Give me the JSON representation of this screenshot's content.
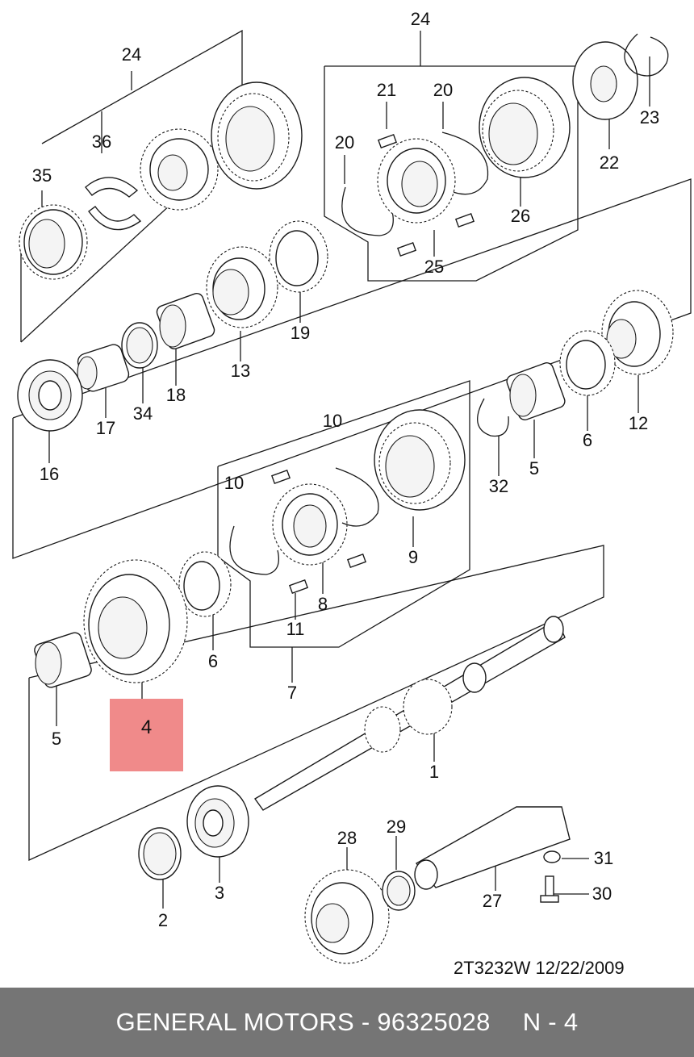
{
  "parts": [
    {
      "id": "24a",
      "label": "24"
    },
    {
      "id": "24b",
      "label": "24"
    },
    {
      "id": "36",
      "label": "36"
    },
    {
      "id": "35",
      "label": "35"
    },
    {
      "id": "21",
      "label": "21"
    },
    {
      "id": "20a",
      "label": "20"
    },
    {
      "id": "20b",
      "label": "20"
    },
    {
      "id": "23",
      "label": "23"
    },
    {
      "id": "22",
      "label": "22"
    },
    {
      "id": "26",
      "label": "26"
    },
    {
      "id": "25",
      "label": "25"
    },
    {
      "id": "19",
      "label": "19"
    },
    {
      "id": "13",
      "label": "13"
    },
    {
      "id": "18",
      "label": "18"
    },
    {
      "id": "34",
      "label": "34"
    },
    {
      "id": "17",
      "label": "17"
    },
    {
      "id": "16",
      "label": "16"
    },
    {
      "id": "12",
      "label": "12"
    },
    {
      "id": "6a",
      "label": "6"
    },
    {
      "id": "5a",
      "label": "5"
    },
    {
      "id": "32",
      "label": "32"
    },
    {
      "id": "10a",
      "label": "10"
    },
    {
      "id": "10b",
      "label": "10"
    },
    {
      "id": "9",
      "label": "9"
    },
    {
      "id": "8",
      "label": "8"
    },
    {
      "id": "11",
      "label": "11"
    },
    {
      "id": "7",
      "label": "7"
    },
    {
      "id": "6b",
      "label": "6"
    },
    {
      "id": "5b",
      "label": "5"
    },
    {
      "id": "1",
      "label": "1"
    },
    {
      "id": "2",
      "label": "2"
    },
    {
      "id": "3",
      "label": "3"
    },
    {
      "id": "28",
      "label": "28"
    },
    {
      "id": "29",
      "label": "29"
    },
    {
      "id": "31",
      "label": "31"
    },
    {
      "id": "30",
      "label": "30"
    },
    {
      "id": "27",
      "label": "27"
    }
  ],
  "highlighted_part": "4",
  "doc_id": "2T3232W  12/22/2009",
  "footer": {
    "brand_part": "GENERAL MOTORS - 96325028",
    "ref": "N - 4"
  },
  "colors": {
    "highlight": "#f08a8a",
    "footer_bg": "#757575",
    "footer_text": "#ffffff"
  }
}
